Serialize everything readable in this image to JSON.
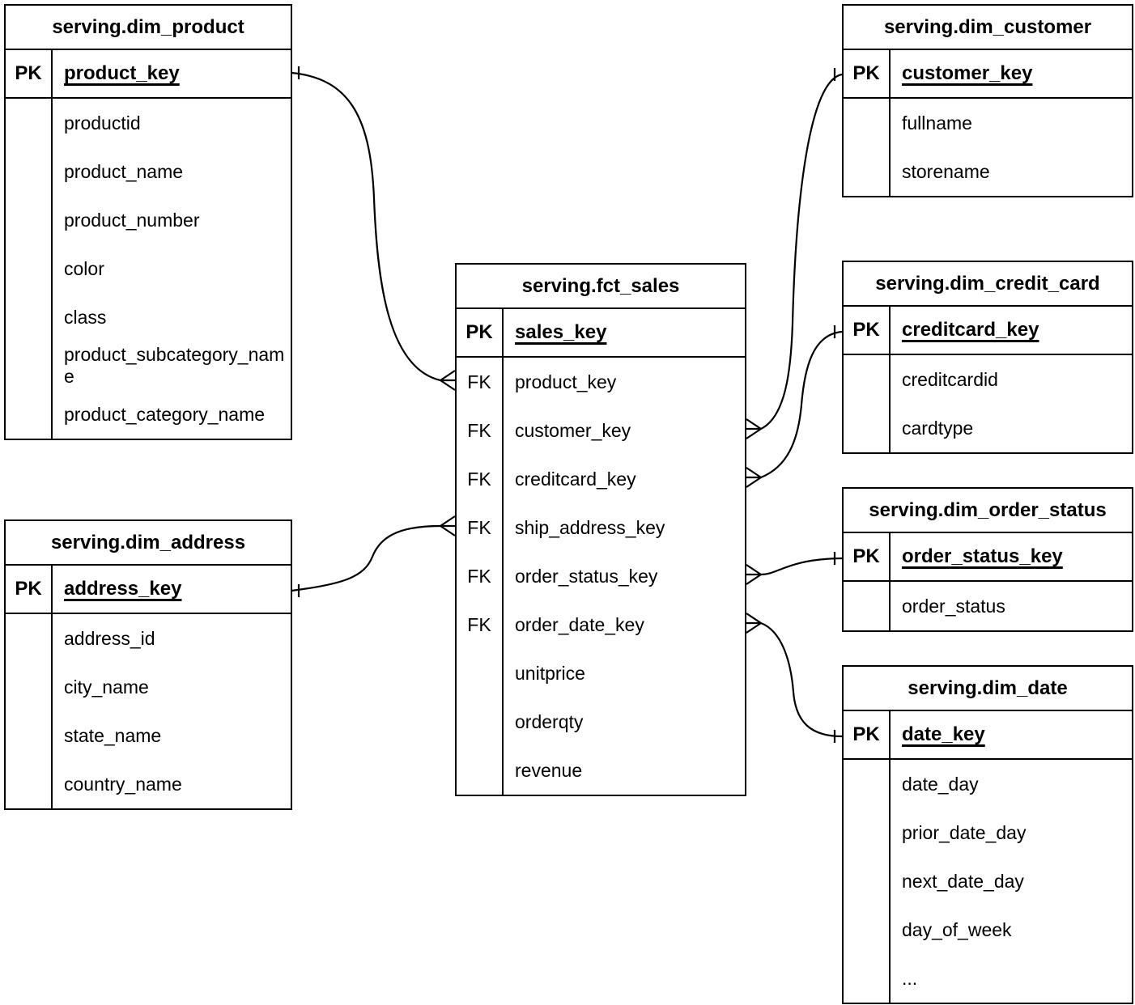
{
  "diagram": {
    "tables": [
      {
        "id": "dim_product",
        "title": "serving.dim_product",
        "key_label": "PK",
        "key_field": "product_key",
        "fields": [
          {
            "label": "",
            "name": "productid"
          },
          {
            "label": "",
            "name": "product_name"
          },
          {
            "label": "",
            "name": "product_number"
          },
          {
            "label": "",
            "name": "color"
          },
          {
            "label": "",
            "name": "class"
          },
          {
            "label": "",
            "name": "product_subcategory_name"
          },
          {
            "label": "",
            "name": "product_category_name"
          }
        ]
      },
      {
        "id": "fct_sales",
        "title": "serving.fct_sales",
        "key_label": "PK",
        "key_field": "sales_key",
        "fields": [
          {
            "label": "FK",
            "name": "product_key"
          },
          {
            "label": "FK",
            "name": "customer_key"
          },
          {
            "label": "FK",
            "name": "creditcard_key"
          },
          {
            "label": "FK",
            "name": "ship_address_key"
          },
          {
            "label": "FK",
            "name": "order_status_key"
          },
          {
            "label": "FK",
            "name": "order_date_key"
          },
          {
            "label": "",
            "name": "unitprice"
          },
          {
            "label": "",
            "name": "orderqty"
          },
          {
            "label": "",
            "name": "revenue"
          }
        ]
      },
      {
        "id": "dim_customer",
        "title": "serving.dim_customer",
        "key_label": "PK",
        "key_field": "customer_key",
        "fields": [
          {
            "label": "",
            "name": "fullname"
          },
          {
            "label": "",
            "name": "storename"
          }
        ]
      },
      {
        "id": "dim_credit_card",
        "title": "serving.dim_credit_card",
        "key_label": "PK",
        "key_field": "creditcard_key",
        "fields": [
          {
            "label": "",
            "name": "creditcardid"
          },
          {
            "label": "",
            "name": "cardtype"
          }
        ]
      },
      {
        "id": "dim_order_status",
        "title": "serving.dim_order_status",
        "key_label": "PK",
        "key_field": "order_status_key",
        "fields": [
          {
            "label": "",
            "name": "order_status"
          }
        ]
      },
      {
        "id": "dim_date",
        "title": "serving.dim_date",
        "key_label": "PK",
        "key_field": "date_key",
        "fields": [
          {
            "label": "",
            "name": "date_day"
          },
          {
            "label": "",
            "name": "prior_date_day"
          },
          {
            "label": "",
            "name": "next_date_day"
          },
          {
            "label": "",
            "name": "day_of_week"
          },
          {
            "label": "",
            "name": "..."
          }
        ]
      },
      {
        "id": "dim_address",
        "title": "serving.dim_address",
        "key_label": "PK",
        "key_field": "address_key",
        "fields": [
          {
            "label": "",
            "name": "address_id"
          },
          {
            "label": "",
            "name": "city_name"
          },
          {
            "label": "",
            "name": "state_name"
          },
          {
            "label": "",
            "name": "country_name"
          }
        ]
      }
    ],
    "relationships": [
      {
        "from": "serving.fct_sales.product_key",
        "from_cardinality": "many",
        "to": "serving.dim_product.product_key",
        "to_cardinality": "one"
      },
      {
        "from": "serving.fct_sales.customer_key",
        "from_cardinality": "many",
        "to": "serving.dim_customer.customer_key",
        "to_cardinality": "one"
      },
      {
        "from": "serving.fct_sales.creditcard_key",
        "from_cardinality": "many",
        "to": "serving.dim_credit_card.creditcard_key",
        "to_cardinality": "one"
      },
      {
        "from": "serving.fct_sales.ship_address_key",
        "from_cardinality": "many",
        "to": "serving.dim_address.address_key",
        "to_cardinality": "one"
      },
      {
        "from": "serving.fct_sales.order_status_key",
        "from_cardinality": "many",
        "to": "serving.dim_order_status.order_status_key",
        "to_cardinality": "one"
      },
      {
        "from": "serving.fct_sales.order_date_key",
        "from_cardinality": "many",
        "to": "serving.dim_date.date_key",
        "to_cardinality": "one"
      }
    ],
    "colors": {
      "line": "#000000",
      "border": "#000000",
      "text": "#000000",
      "background": "#ffffff"
    }
  }
}
